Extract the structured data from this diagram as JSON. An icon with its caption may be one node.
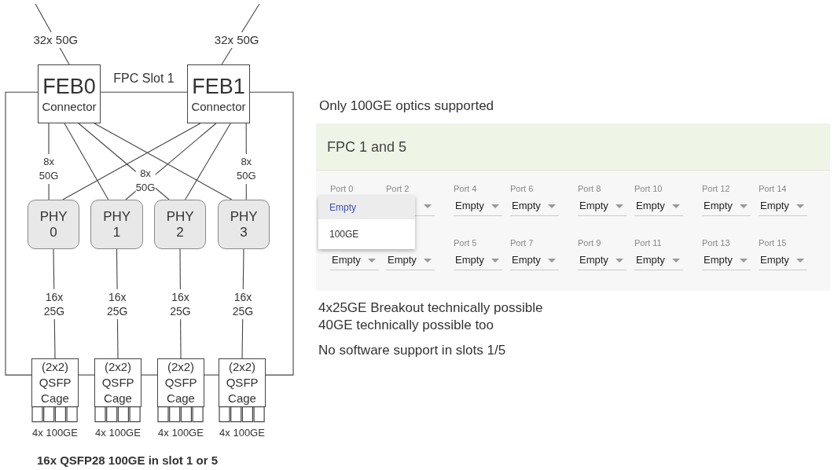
{
  "diagram": {
    "caption": "16x QSFP28 100GE in slot 1 or 5",
    "nodes": [
      {
        "text": [
          "FEB0",
          "Connector"
        ]
      },
      {
        "text": [
          "FEB1",
          "Connector"
        ]
      },
      {
        "text": [
          "PHY 0"
        ]
      },
      {
        "text": [
          "PHY 1"
        ]
      },
      {
        "text": [
          "PHY 2"
        ]
      },
      {
        "text": [
          "PHY 3"
        ]
      },
      {
        "text": [
          "(2x2) QSFP Cage"
        ],
        "beside": [
          "4x 100GE"
        ]
      },
      {
        "text": [
          "(2x2) QSFP Cage"
        ],
        "beside": [
          "4x 100GE"
        ]
      },
      {
        "text": [
          "(2x2) QSFP Cage"
        ],
        "beside": [
          "4x 100GE"
        ]
      },
      {
        "text": [
          "(2x2) QSFP Cage"
        ],
        "beside": [
          "4x 100GE"
        ]
      },
      {
        "text": [
          "FPC 1 and 5"
        ]
      }
    ],
    "edges": [
      {
        "from": null,
        "to": 0,
        "arrow": "none",
        "label": "32x 50G"
      },
      {
        "from": null,
        "to": 1,
        "arrow": "none",
        "label": "32x 50G"
      },
      {
        "from": 0,
        "to": 1,
        "arrow": "none",
        "label": "FPC Slot 1"
      },
      {
        "from": 0,
        "to": 2,
        "arrow": "none",
        "label": "8x 50G"
      },
      {
        "from": 0,
        "to": 3,
        "arrow": "none"
      },
      {
        "from": 0,
        "to": 4,
        "arrow": "none"
      },
      {
        "from": 0,
        "to": 5,
        "arrow": "none"
      },
      {
        "from": 1,
        "to": 2,
        "arrow": "none"
      },
      {
        "from": 1,
        "to": 3,
        "arrow": "none"
      },
      {
        "from": 1,
        "to": 4,
        "arrow": "none"
      },
      {
        "from": 1,
        "to": 5,
        "arrow": "none",
        "label": "8x 50G"
      },
      {
        "from": 2,
        "to": 6,
        "arrow": "none",
        "label": "16x 25G"
      },
      {
        "from": 3,
        "to": 7,
        "arrow": "none",
        "label": "16x 25G"
      },
      {
        "from": 4,
        "to": 8,
        "arrow": "none",
        "label": "16x 25G"
      },
      {
        "from": 5,
        "to": 9,
        "arrow": "none",
        "label": "16x 25G"
      },
      {
        "from": 0,
        "to": 6,
        "arrow": "none"
      },
      {
        "from": 6,
        "to": 7,
        "arrow": "none"
      },
      {
        "from": 7,
        "to": 8,
        "arrow": "none"
      },
      {
        "from": 8,
        "to": 9,
        "arrow": "none"
      },
      {
        "from": 1,
        "to": 9,
        "arrow": "none"
      }
    ],
    "labels": [
      "8x 50G",
      "Only 100GE optics supported",
      "Port 0",
      "Port 2",
      "Port 4",
      "Port 6",
      "Port 8",
      "Port 10",
      "Port 12",
      "Port 14",
      "Empty",
      "100GE",
      "Empty",
      "Empty",
      "Empty",
      "Empty",
      "Empty",
      "Empty",
      "Port 5",
      "Port 7",
      "Port 9",
      "Port 11",
      "Port 13",
      "Port 15",
      "Empty",
      "Empty",
      "Empty",
      "Empty",
      "Empty",
      "Empty",
      "Empty",
      "Empty",
      "4x25GE Breakout technically possible",
      "40GE technically possible too",
      "No software support in slots 1/5"
    ]
  }
}
